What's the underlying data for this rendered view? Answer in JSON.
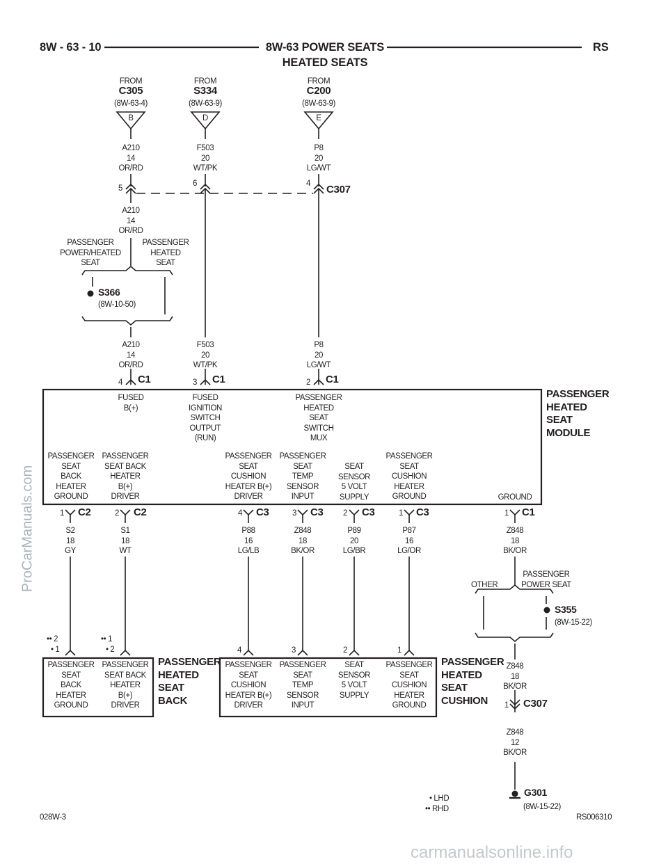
{
  "header": {
    "page_number": "8W - 63 - 10",
    "title_line1": "8W-63 POWER SEATS",
    "title_line2": "HEATED SEATS",
    "model": "RS"
  },
  "sources": [
    {
      "from": "FROM",
      "id": "C305",
      "ref": "(8W-63-4)",
      "letter": "B",
      "wire": "A210\n14\nOR/RD"
    },
    {
      "from": "FROM",
      "id": "S334",
      "ref": "(8W-63-9)",
      "letter": "D",
      "wire": "F503\n20\nWT/PK"
    },
    {
      "from": "FROM",
      "id": "C200",
      "ref": "(8W-63-9)",
      "letter": "E",
      "wire": "P8\n20\nLG/WT"
    }
  ],
  "c307_top": {
    "name": "C307",
    "pins": [
      "5",
      "6",
      "4"
    ]
  },
  "a210_mid": "A210\n14\nOR/RD",
  "seat_labels": {
    "power_heated": "PASSENGER\nPOWER/HEATED\nSEAT",
    "heated": "PASSENGER\nHEATED\nSEAT"
  },
  "s366": {
    "name": "S366",
    "ref": "(8W-10-50)"
  },
  "lower_wires": [
    "A210\n14\nOR/RD",
    "F503\n20\nWT/PK",
    "P8\n20\nLG/WT"
  ],
  "c1_top": [
    {
      "pin": "4",
      "name": "C1"
    },
    {
      "pin": "3",
      "name": "C1"
    },
    {
      "pin": "2",
      "name": "C1"
    }
  ],
  "module": {
    "title": "PASSENGER\nHEATED\nSEAT\nMODULE",
    "top_pins": [
      "FUSED\nB(+)",
      "FUSED\nIGNITION\nSWITCH\nOUTPUT\n(RUN)",
      "PASSENGER\nHEATED\nSEAT\nSWITCH\nMUX"
    ],
    "bottom_pins": [
      "PASSENGER\nSEAT\nBACK\nHEATER\nGROUND",
      "PASSENGER\nSEAT BACK\nHEATER\nB(+)\nDRIVER",
      "PASSENGER\nSEAT\nCUSHION\nHEATER B(+)\nDRIVER",
      "PASSENGER\nSEAT\nTEMP\nSENSOR\nINPUT",
      "SEAT\nSENSOR\n5 VOLT\nSUPPLY",
      "PASSENGER\nSEAT\nCUSHION\nHEATER\nGROUND",
      "GROUND"
    ]
  },
  "module_connectors": [
    {
      "pin": "1",
      "name": "C2",
      "wire": "S2\n18\nGY"
    },
    {
      "pin": "2",
      "name": "C2",
      "wire": "S1\n18\nWT"
    },
    {
      "pin": "4",
      "name": "C3",
      "wire": "P88\n16\nLG/LB"
    },
    {
      "pin": "3",
      "name": "C3",
      "wire": "Z848\n18\nBK/OR"
    },
    {
      "pin": "2",
      "name": "C3",
      "wire": "P89\n20\nLG/BR"
    },
    {
      "pin": "1",
      "name": "C3",
      "wire": "P87\n16\nLG/OR"
    },
    {
      "pin": "1",
      "name": "C1",
      "wire": "Z848\n18\nBK/OR"
    }
  ],
  "ground_branch": {
    "other": "OTHER",
    "power_seat": "PASSENGER\nPOWER SEAT",
    "splice": "S355",
    "splice_ref": "(8W-15-22)",
    "wire1": "Z848\n18\nBK/OR",
    "conn_pin": "1",
    "conn_name": "C307",
    "wire2": "Z848\n12\nBK/OR",
    "ground": "G301",
    "ground_ref": "(8W-15-22)"
  },
  "seat_back": {
    "title": "PASSENGER\nHEATED\nSEAT\nBACK",
    "pin_labels": [
      {
        "rhd": "2",
        "lhd": "1"
      },
      {
        "rhd": "1",
        "lhd": "2"
      }
    ],
    "pins": [
      "PASSENGER\nSEAT\nBACK\nHEATER\nGROUND",
      "PASSENGER\nSEAT BACK\nHEATER\nB(+)\nDRIVER"
    ]
  },
  "seat_cushion": {
    "title": "PASSENGER\nHEATED\nSEAT\nCUSHION",
    "pin_numbers": [
      "4",
      "3",
      "2",
      "1"
    ],
    "pins": [
      "PASSENGER\nSEAT\nCUSHION\nHEATER B(+)\nDRIVER",
      "PASSENGER\nSEAT\nTEMP\nSENSOR\nINPUT",
      "SEAT\nSENSOR\n5 VOLT\nSUPPLY",
      "PASSENGER\nSEAT\nCUSHION\nHEATER\nGROUND"
    ]
  },
  "legend": {
    "lhd": "• LHD",
    "rhd": "•• RHD"
  },
  "footer": {
    "left": "028W-3",
    "right": "RS006310"
  },
  "watermarks": {
    "side": "ProCarManuals.com",
    "bottom": "carmanualsonline.info"
  }
}
